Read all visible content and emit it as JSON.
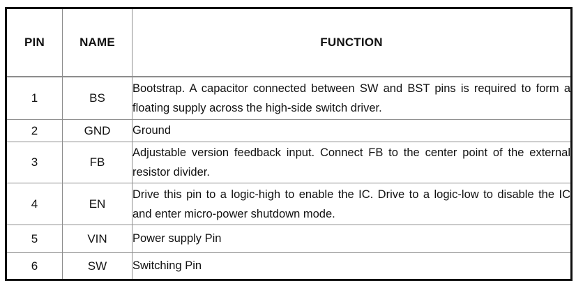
{
  "table": {
    "name": "pin-function-table",
    "columns": [
      {
        "key": "pin",
        "label": "PIN"
      },
      {
        "key": "name",
        "label": "NAME"
      },
      {
        "key": "func",
        "label": "FUNCTION"
      }
    ],
    "rows": [
      {
        "pin": "1",
        "name": "BS",
        "function": "Bootstrap. A capacitor connected between SW and BST pins is required to form a floating supply across the high-side switch driver.",
        "function_lines": [
          "Bootstrap. A capacitor connected between SW and BST pins is required to form a",
          "floating supply across the high-side switch driver."
        ]
      },
      {
        "pin": "2",
        "name": "GND",
        "function": "Ground",
        "function_lines": [
          "Ground"
        ]
      },
      {
        "pin": "3",
        "name": "FB",
        "function": "Adjustable version feedback input. Connect FB to the center point of the external resistor divider.",
        "function_lines": [
          "Adjustable version feedback input. Connect FB to the center point of the external",
          "resistor divider."
        ]
      },
      {
        "pin": "4",
        "name": "EN",
        "function": "Drive this pin to a logic-high to enable the IC. Drive to a logic-low to disable the IC and enter micro-power shutdown mode.",
        "function_lines": [
          "Drive this pin to a logic-high to enable the IC. Drive to a logic-low to disable the IC",
          "and enter micro-power shutdown mode."
        ]
      },
      {
        "pin": "5",
        "name": "VIN",
        "function": "Power supply Pin",
        "function_lines": [
          "Power supply Pin"
        ]
      },
      {
        "pin": "6",
        "name": "SW",
        "function": "Switching Pin",
        "function_lines": [
          "Switching Pin"
        ]
      }
    ]
  },
  "style": {
    "page_background": "#ffffff",
    "text_color": "#111111",
    "outer_border_color": "#0d0d0d",
    "inner_border_color": "#8d8d8d"
  }
}
